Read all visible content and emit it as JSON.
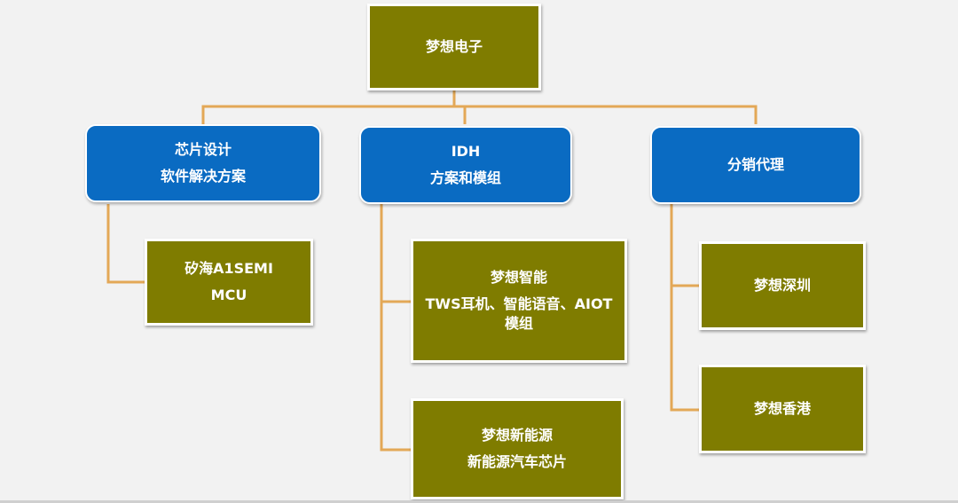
{
  "diagram": {
    "root": {
      "lines": [
        "梦想电子"
      ]
    },
    "categories": [
      {
        "lines": [
          "芯片设计",
          "软件解决方案"
        ]
      },
      {
        "lines": [
          "IDH",
          "方案和模组"
        ]
      },
      {
        "lines": [
          "分销代理"
        ]
      }
    ],
    "children": {
      "chip_design": [
        {
          "lines": [
            "矽海A1SEMI",
            "MCU"
          ]
        }
      ],
      "idh": [
        {
          "lines": [
            "梦想智能",
            "TWS耳机、智能语音、AIOT",
            "模组"
          ]
        },
        {
          "lines": [
            "梦想新能源",
            "新能源汽车芯片"
          ]
        }
      ],
      "distribution": [
        {
          "lines": [
            "梦想深圳"
          ]
        },
        {
          "lines": [
            "梦想香港"
          ]
        }
      ]
    }
  },
  "colors": {
    "olive": "#7f7c00",
    "blue": "#0a6bc2",
    "connector": "#e3a857",
    "background": "#f2f2f2"
  }
}
